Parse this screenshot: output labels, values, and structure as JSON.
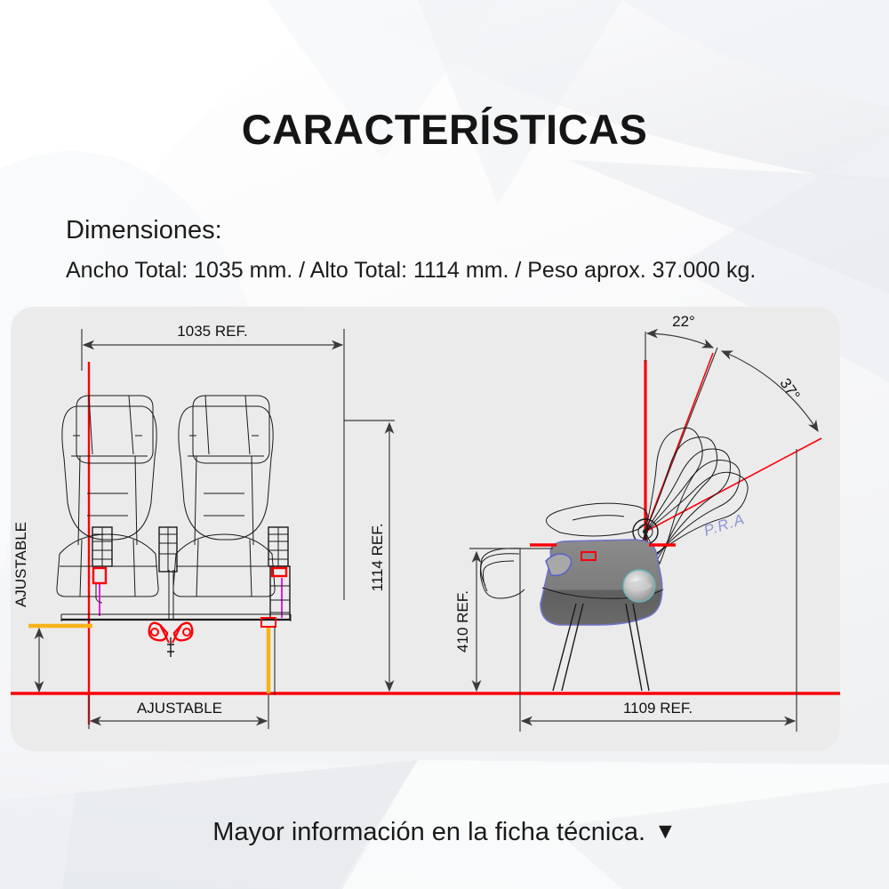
{
  "header": {
    "title": "CARACTERÍSTICAS",
    "dimensions_label": "Dimensiones:",
    "dimensions_values": "Ancho Total: 1035 mm. / Alto Total: 1114 mm. / Peso aprox. 37.000 kg."
  },
  "footer": {
    "text": "Mayor información en la ficha técnica.",
    "arrow_glyph": "▼"
  },
  "drawing": {
    "front_view": {
      "width_dim": "1035 REF.",
      "height_dim": "1114 REF.",
      "adjustable_vertical": "AJUSTABLE",
      "adjustable_horizontal": "AJUSTABLE"
    },
    "side_view": {
      "angle_inner": "22°",
      "angle_outer": "37°",
      "height_dim": "410 REF.",
      "length_dim": "1109 REF.",
      "pivot_label": "P.R.A"
    }
  },
  "colors": {
    "page_bg": "#ffffff",
    "panel_bg": "#ebebeb",
    "text": "#151515",
    "reference_red": "#fb0007",
    "accent_magenta": "#e800e8",
    "accent_orange": "#f7b317",
    "seat_gray": "#7d7d7d",
    "pra_blue": "#8f93d8"
  },
  "specs": {
    "ancho_total_mm": 1035,
    "alto_total_mm": 1114,
    "peso_aprox_kg": "37.000",
    "largo_ref_mm": 1109,
    "altura_asiento_mm": 410,
    "reclinacion_grados": [
      22,
      37
    ]
  }
}
